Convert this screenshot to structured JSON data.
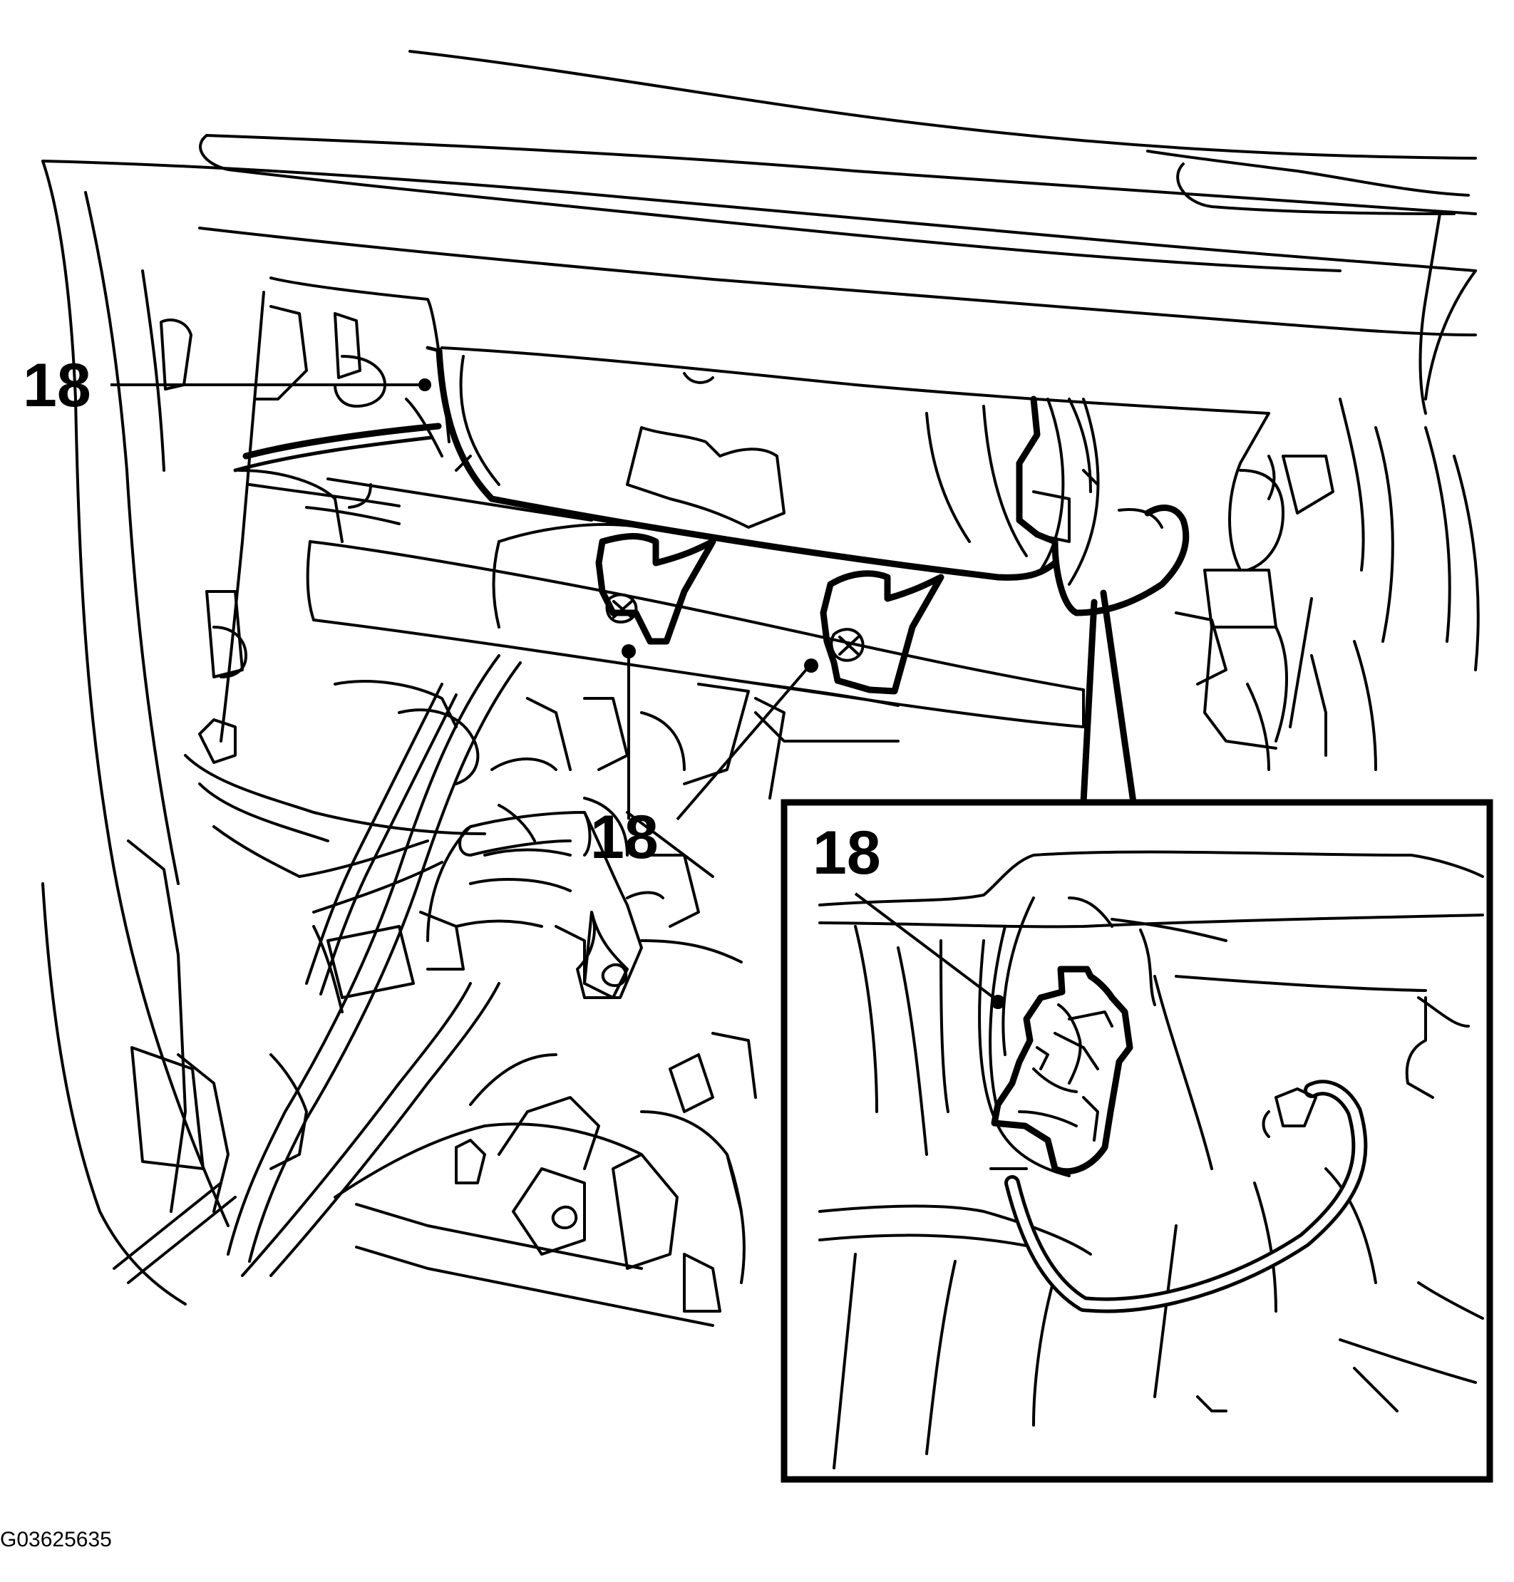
{
  "figure": {
    "callouts": [
      {
        "id": "callout-top-left",
        "text": "18"
      },
      {
        "id": "callout-center",
        "text": "18"
      },
      {
        "id": "callout-inset",
        "text": "18"
      }
    ],
    "figure_id": "G03625635"
  }
}
